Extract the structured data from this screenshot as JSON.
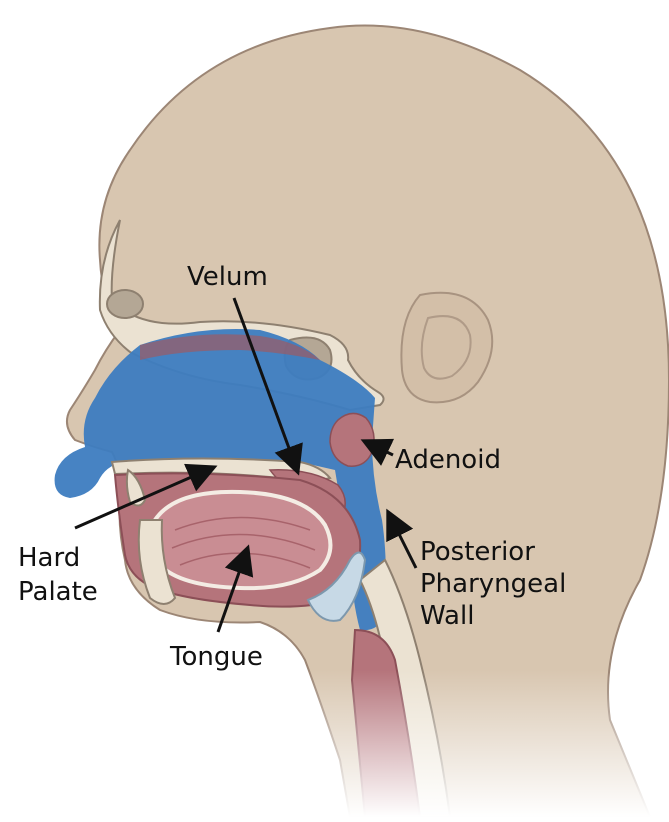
{
  "labels": {
    "velum": "Velum",
    "adenoid": "Adenoid",
    "hard_palate": [
      "Hard",
      "Palate"
    ],
    "posterior_pharyngeal_wall": [
      "Posterior",
      "Pharyngeal",
      "Wall"
    ],
    "tongue": "Tongue"
  },
  "colors": {
    "skin": "#d8c6b0",
    "skin_outline": "#9c8675",
    "bone": "#ebe2d2",
    "bone_outline": "#8e8070",
    "sinus": "#b4a795",
    "airway": "#3d7cc0",
    "tissue": "#b5747b",
    "tissue_dark": "#9c5a62",
    "tissue_light": "#c98d93",
    "arrow": "#111111"
  }
}
